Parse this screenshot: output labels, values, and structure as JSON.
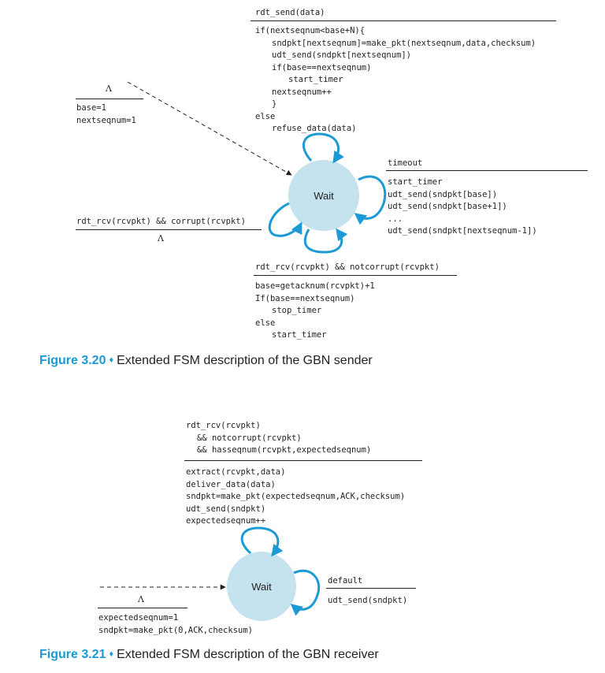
{
  "colors": {
    "state_fill": "#c5e3ef",
    "arrow": "#1c9ad6",
    "text": "#231f20",
    "figure_label": "#1c9ad6"
  },
  "sender": {
    "state": "Wait",
    "init": {
      "event": "Λ",
      "actions": [
        "base=1",
        "nextseqnum=1"
      ]
    },
    "send": {
      "event": "rdt_send(data)",
      "actions": [
        "if(nextseqnum<base+N){",
        "sndpkt[nextseqnum]=make_pkt(nextseqnum,data,checksum)",
        "udt_send(sndpkt[nextseqnum])",
        "if(base==nextseqnum)",
        "start_timer",
        "nextseqnum++",
        "}",
        "else",
        "refuse_data(data)"
      ]
    },
    "timeout": {
      "event": "timeout",
      "actions": [
        "start_timer",
        "udt_send(sndpkt[base])",
        "udt_send(sndpkt[base+1])",
        "...",
        "udt_send(sndpkt[nextseqnum-1])"
      ]
    },
    "corrupt": {
      "event": "rdt_rcv(rcvpkt) && corrupt(rcvpkt)",
      "action": "Λ"
    },
    "ack": {
      "event": "rdt_rcv(rcvpkt) && notcorrupt(rcvpkt)",
      "actions": [
        "base=getacknum(rcvpkt)+1",
        "If(base==nextseqnum)",
        "stop_timer",
        "else",
        "start_timer"
      ]
    },
    "caption": {
      "label": "Figure 3.20",
      "separator": "♦",
      "text": "Extended FSM description of the GBN sender"
    }
  },
  "receiver": {
    "state": "Wait",
    "receive": {
      "event": [
        "rdt_rcv(rcvpkt)",
        "&& notcorrupt(rcvpkt)",
        "&& hasseqnum(rcvpkt,expectedseqnum)"
      ],
      "actions": [
        "extract(rcvpkt,data)",
        "deliver_data(data)",
        "sndpkt=make_pkt(expectedseqnum,ACK,checksum)",
        "udt_send(sndpkt)",
        "expectedseqnum++"
      ]
    },
    "init": {
      "event": "Λ",
      "actions": [
        "expectedseqnum=1",
        "sndpkt=make_pkt(0,ACK,checksum)"
      ]
    },
    "default": {
      "event": "default",
      "action": "udt_send(sndpkt)"
    },
    "caption": {
      "label": "Figure 3.21",
      "separator": "♦",
      "text": "Extended FSM description of the GBN receiver"
    }
  }
}
